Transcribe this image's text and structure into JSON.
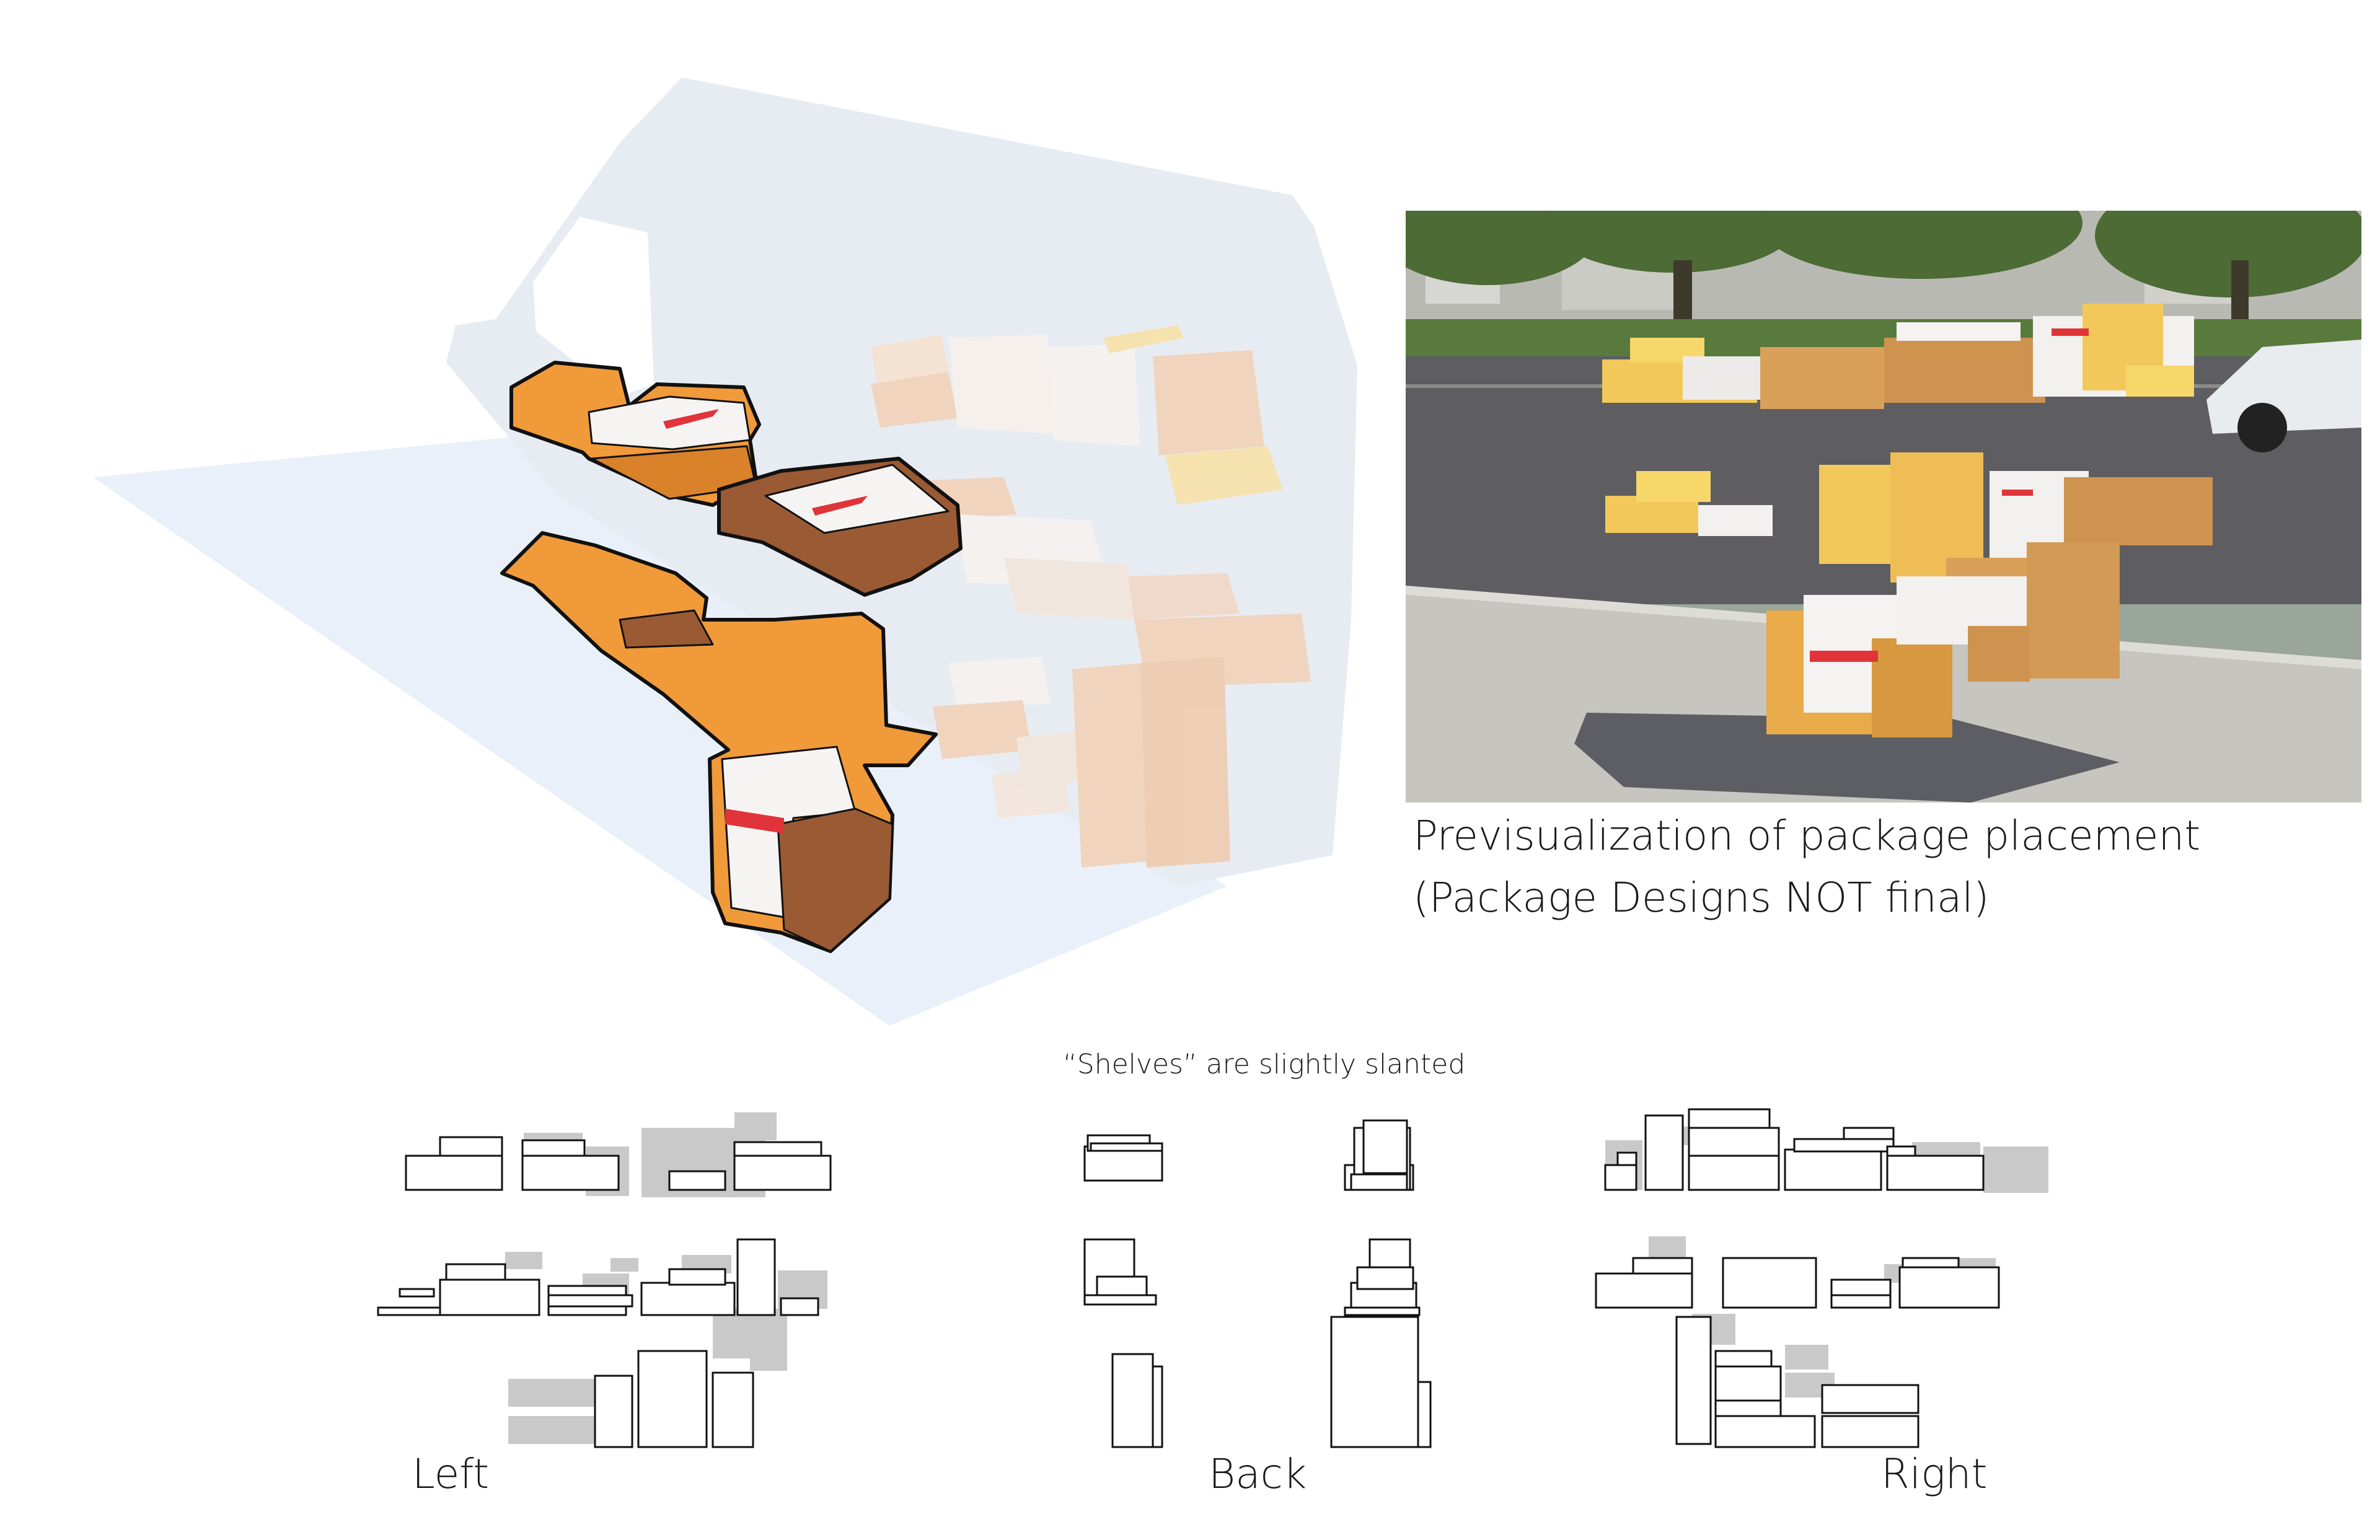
{
  "caption": {
    "line1": "Previsualization of package placement",
    "line2": "(Package Designs NOT final)"
  },
  "slant_note": "“Shelves” are slightly slanted",
  "views": {
    "left": "Left",
    "back": "Back",
    "right": "Right"
  },
  "colors": {
    "van_body": "#e7ecf3",
    "van_floor": "#e9f0fa",
    "box_orange": "#f19a3a",
    "box_orange_dark": "#d9822a",
    "box_brown": "#9a5a34",
    "box_peach": "#f1d2b8",
    "box_light_yellow": "#f7e1a8",
    "box_white": "#f6f4f2",
    "accent_red": "#e0343a",
    "shadow_gray": "#c9c9c9",
    "photo_asphalt": "#5d5d62",
    "photo_trees": "#4d6b34",
    "photo_sidewalk": "#c7c5c0"
  }
}
